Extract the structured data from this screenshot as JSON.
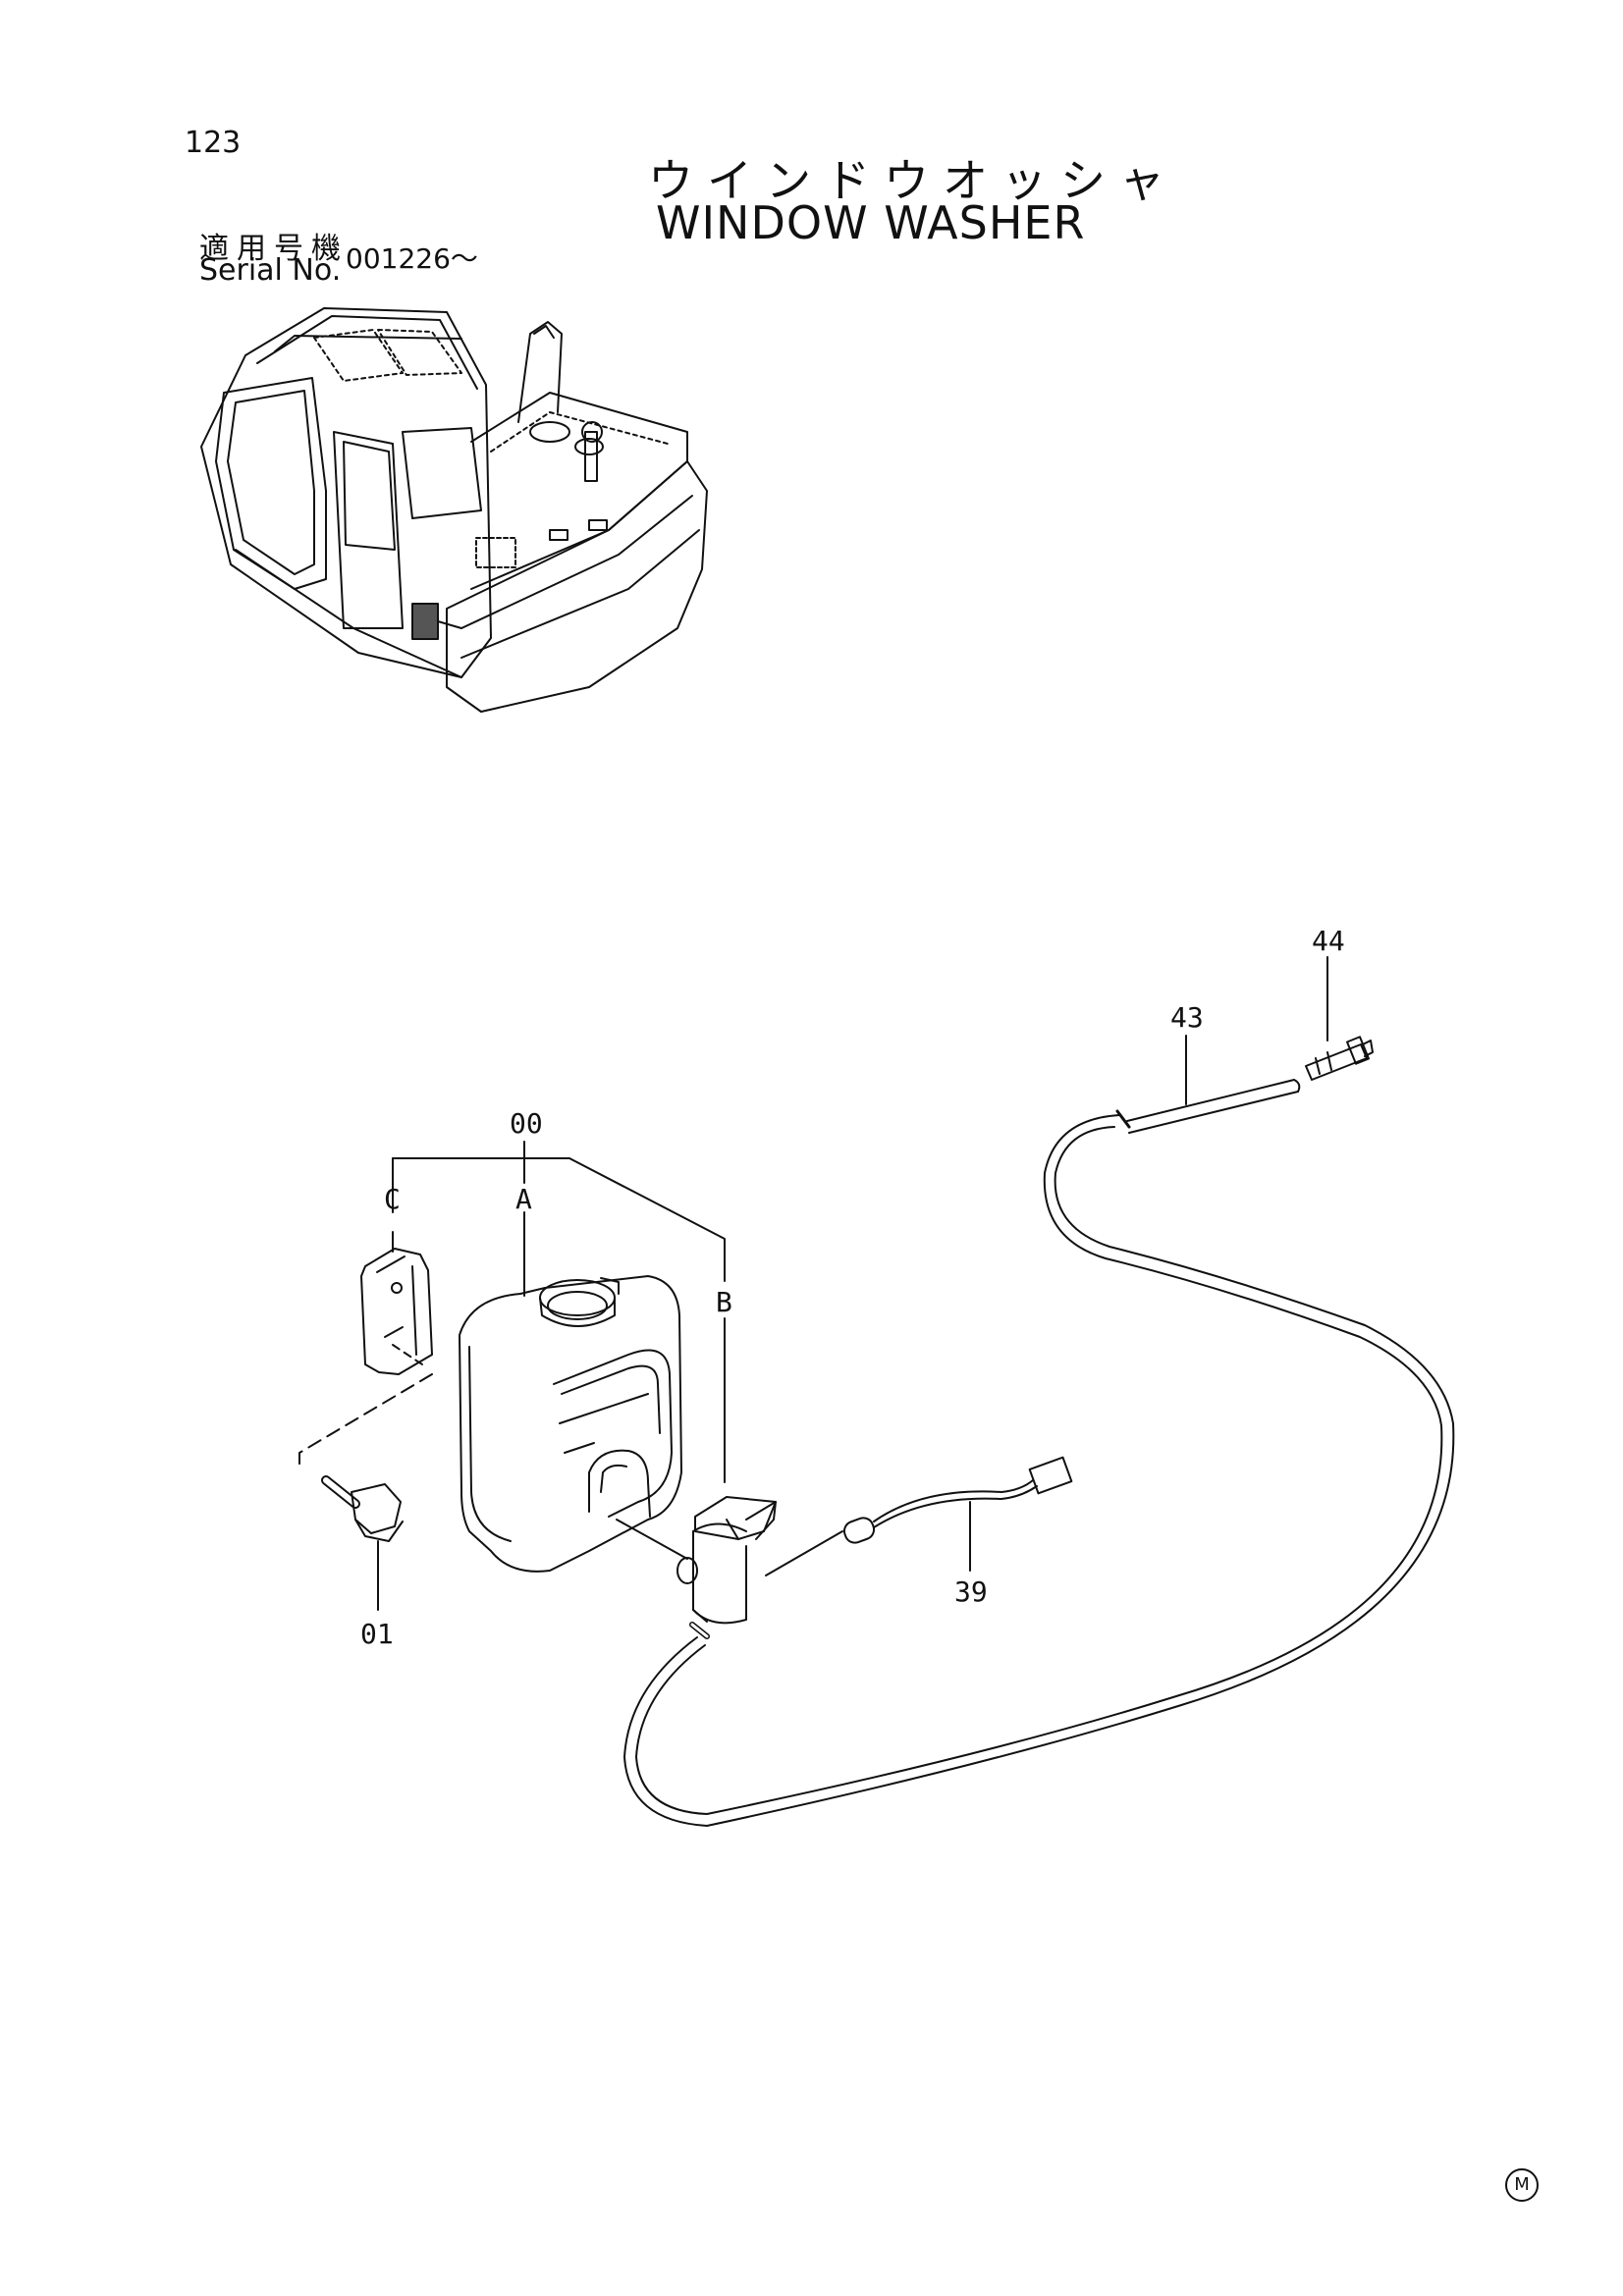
{
  "page_number": "123",
  "title_japanese": "ウインドウオッシャ",
  "title_english": "WINDOW WASHER",
  "serial": {
    "label_japanese": "適用号機",
    "label_english": "Serial No.",
    "value": "001226～"
  },
  "callouts": {
    "assembly": "00",
    "sub_a": "A",
    "sub_b": "B",
    "sub_c": "C",
    "bolt": "01",
    "harness": "39",
    "hose": "43",
    "nozzle": "44"
  },
  "corner_mark": "M",
  "colors": {
    "ink": "#111111",
    "paper": "#ffffff"
  }
}
